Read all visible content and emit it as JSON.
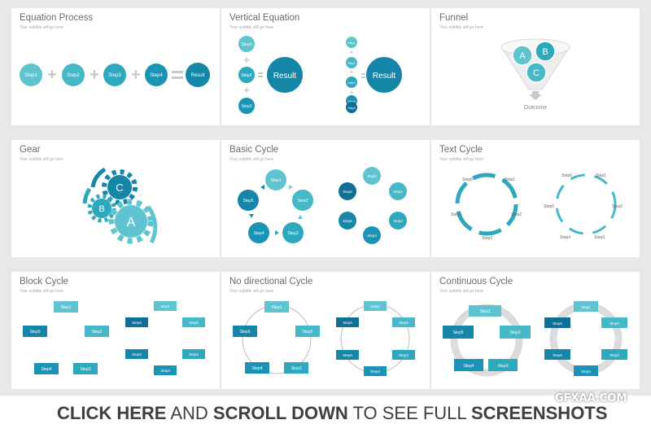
{
  "subtitle": "Your subtitle will go here",
  "colors": {
    "teal_light": "#5fc4cf",
    "teal_mid": "#2ea8bd",
    "teal_dark": "#1585a8",
    "navy": "#0f6f96",
    "gray": "#c8c8c8"
  },
  "cards": {
    "equation_process": {
      "title": "Equation Process",
      "steps": [
        "Step1",
        "Step2",
        "Step3",
        "Step4"
      ],
      "result": "Result"
    },
    "vertical_equation": {
      "title": "Vertical Equation",
      "left_steps": [
        "Step1",
        "Step2",
        "Step3"
      ],
      "left_result": "Result",
      "right_steps": [
        "Step1",
        "Step2",
        "Step3",
        "Step4",
        "Step5"
      ],
      "right_result": "Result"
    },
    "funnel": {
      "title": "Funnel",
      "a": "A",
      "b": "B",
      "c": "C",
      "outcome": "Outcome"
    },
    "gear": {
      "title": "Gear",
      "a": "A",
      "b": "B",
      "c": "C"
    },
    "basic_cycle": {
      "title": "Basic Cycle",
      "left": [
        "Step1",
        "Step2",
        "Step3",
        "Step4",
        "Step5"
      ],
      "right": [
        "Step1",
        "Step2",
        "Step3",
        "Step4",
        "Step5",
        "Step6"
      ]
    },
    "text_cycle": {
      "title": "Text Cycle",
      "left": [
        "Step1",
        "Step2",
        "Step3",
        "Step4",
        "Step5"
      ],
      "right": [
        "Step1",
        "Step2",
        "Step3",
        "Step4",
        "Step5",
        "Step6"
      ]
    },
    "block_cycle": {
      "title": "Block Cycle",
      "left": [
        "Step1",
        "Step2",
        "Step3",
        "Step4",
        "Step5"
      ],
      "right": [
        "Step1",
        "Step2",
        "Step3",
        "Step4",
        "Step5",
        "Step6"
      ]
    },
    "no_directional_cycle": {
      "title": "No directional Cycle",
      "left": [
        "Step1",
        "Step2",
        "Step3",
        "Step4",
        "Step5"
      ],
      "right": [
        "Step1",
        "Step2",
        "Step3",
        "Step4",
        "Step5",
        "Step6"
      ]
    },
    "continuous_cycle": {
      "title": "Continuous Cycle",
      "left": [
        "Step1",
        "Step2",
        "Step3",
        "Step4",
        "Step5"
      ],
      "right": [
        "Step1",
        "Step2",
        "Step3",
        "Step4",
        "Step5",
        "Step6"
      ]
    }
  },
  "banner": {
    "part1": "CLICK HERE",
    "part2": " AND ",
    "part3": "SCROLL DOWN",
    "part4": " TO SEE FULL ",
    "part5": "SCREENSHOTS"
  },
  "watermark": "GFXAA.COM"
}
